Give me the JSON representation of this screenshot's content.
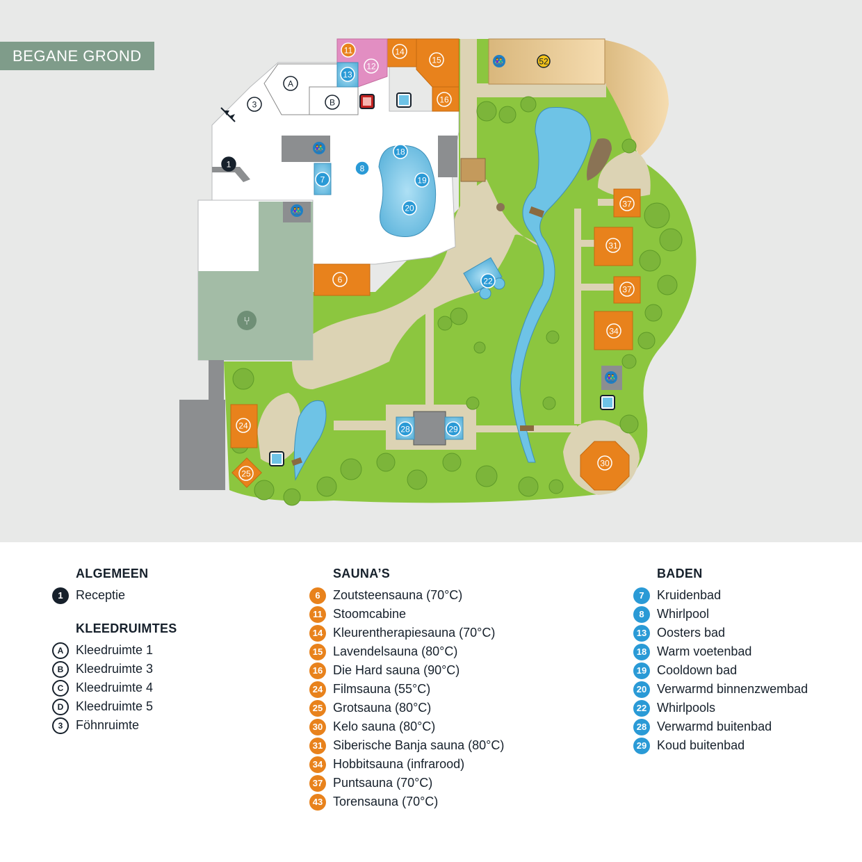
{
  "floor_label": "BEGANE GROND",
  "map": {
    "building_labels": {
      "kleedruimte_a": "A",
      "kleedruimte_b": "B",
      "fohnruimte": "3",
      "receptie": "1"
    },
    "orange_markers": [
      "6",
      "11",
      "14",
      "15",
      "16",
      "24",
      "25",
      "30",
      "31",
      "34",
      "37",
      "37"
    ],
    "blue_markers": [
      "7",
      "8",
      "13",
      "18",
      "19",
      "20",
      "22",
      "28",
      "29"
    ],
    "pink_marker": "12",
    "yellow_marker": "52",
    "icons": [
      "toilet-icon",
      "shower-icon",
      "steam-shower-icon",
      "restaurant-icon",
      "door-icon"
    ]
  },
  "legend": {
    "algemeen": {
      "heading": "ALGEMEEN",
      "items": [
        {
          "badge": "1",
          "label": "Receptie"
        }
      ]
    },
    "kleedruimtes": {
      "heading": "KLEEDRUIMTES",
      "items": [
        {
          "badge": "A",
          "label": "Kleedruimte 1"
        },
        {
          "badge": "B",
          "label": "Kleedruimte 3"
        },
        {
          "badge": "C",
          "label": "Kleedruimte 4"
        },
        {
          "badge": "D",
          "label": "Kleedruimte 5"
        },
        {
          "badge": "3",
          "label": "Föhnruimte"
        }
      ]
    },
    "saunas": {
      "heading": "SAUNA’S",
      "items": [
        {
          "badge": "6",
          "label": "Zoutsteensauna (70°C)"
        },
        {
          "badge": "11",
          "label": "Stoomcabine"
        },
        {
          "badge": "14",
          "label": "Kleurentherapiesauna (70°C)"
        },
        {
          "badge": "15",
          "label": "Lavendelsauna (80°C)"
        },
        {
          "badge": "16",
          "label": "Die Hard sauna (90°C)"
        },
        {
          "badge": "24",
          "label": "Filmsauna (55°C)"
        },
        {
          "badge": "25",
          "label": "Grotsauna (80°C)"
        },
        {
          "badge": "30",
          "label": "Kelo sauna (80°C)"
        },
        {
          "badge": "31",
          "label": "Siberische Banja sauna (80°C)"
        },
        {
          "badge": "34",
          "label": "Hobbitsauna (infrarood)"
        },
        {
          "badge": "37",
          "label": "Puntsauna (70°C)"
        },
        {
          "badge": "43",
          "label": "Torensauna (70°C)"
        }
      ]
    },
    "baden": {
      "heading": "BADEN",
      "items": [
        {
          "badge": "7",
          "label": "Kruidenbad"
        },
        {
          "badge": "8",
          "label": "Whirlpool"
        },
        {
          "badge": "13",
          "label": "Oosters bad"
        },
        {
          "badge": "18",
          "label": "Warm voetenbad"
        },
        {
          "badge": "19",
          "label": "Cooldown bad"
        },
        {
          "badge": "20",
          "label": "Verwarmd binnenzwembad"
        },
        {
          "badge": "22",
          "label": "Whirlpools"
        },
        {
          "badge": "28",
          "label": "Verwarmd buitenbad"
        },
        {
          "badge": "29",
          "label": "Koud buitenbad"
        }
      ]
    }
  },
  "colors": {
    "sauna": "#e8821c",
    "bath": "#2a9ad6",
    "dark": "#16202b",
    "grass": "#8cc63f",
    "water": "#6ec3e6",
    "path": "#dcd3b4",
    "building": "#ffffff",
    "restaurant": "#a3bca6",
    "grey_block": "#8c8e90"
  }
}
